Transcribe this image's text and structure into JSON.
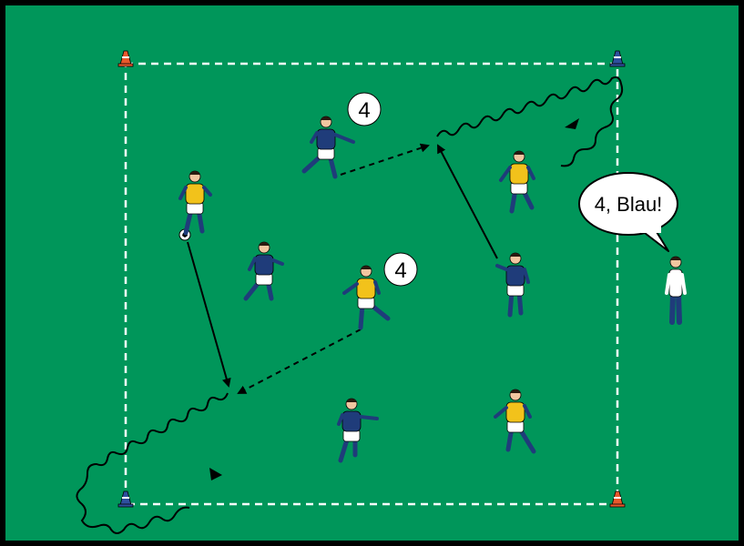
{
  "colors": {
    "pitch": "#00965a",
    "border": "#000000",
    "lines": "#ffffff",
    "blue_team": "#1f3c7a",
    "yellow_bib": "#f2c21b",
    "shorts": "#ffffff",
    "skin": "#f1c6a0",
    "hair": "#2b1a10",
    "cone_orange": "#e8582b",
    "cone_blue": "#2e4f9e"
  },
  "labels": {
    "badge_top": "4",
    "badge_mid": "4",
    "coach_speech": "4, Blau!"
  },
  "icons": {
    "cone": "cone-icon",
    "ball": "ball-icon",
    "player": "player-icon",
    "coach": "coach-icon",
    "speech": "speech-bubble-icon"
  }
}
